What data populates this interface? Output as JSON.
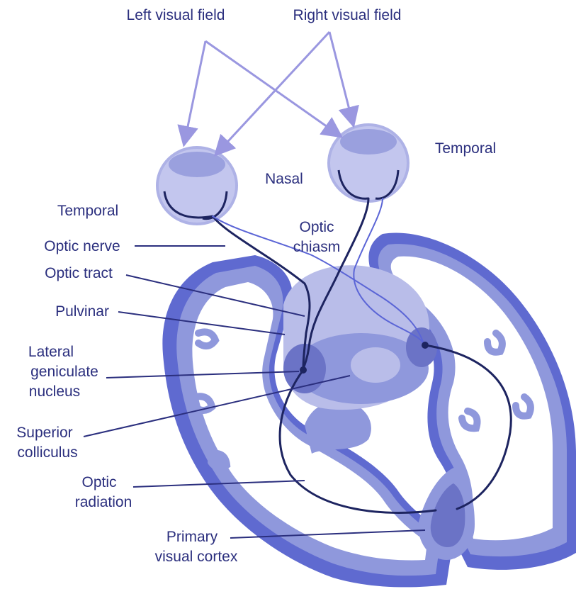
{
  "labels": {
    "left_visual_field": "Left visual field",
    "right_visual_field": "Right visual field",
    "temporal_right": "Temporal",
    "nasal": "Nasal",
    "temporal_left": "Temporal",
    "optic": "Optic",
    "chiasm": "chiasm",
    "optic_nerve": "Optic nerve",
    "optic_tract": "Optic tract",
    "pulvinar": "Pulvinar",
    "lateral": "Lateral",
    "geniculate": "geniculate",
    "nucleus": "nucleus",
    "superior": "Superior",
    "colliculus": "colliculus",
    "optic_radiation_1": "Optic",
    "optic_radiation_2": "radiation",
    "primary": "Primary",
    "visual_cortex": "visual cortex"
  },
  "colors": {
    "label_text": "#2b2f7e",
    "arrow": "#9a97e0",
    "cortex_outer": "#5f6ad0",
    "cortex_mid": "#8f98dc",
    "cortex_inner": "#b9bfea",
    "thalamus": "#b9bde9",
    "nerve_dark": "#1d2460",
    "eye_fill": "#c3c6ee"
  }
}
